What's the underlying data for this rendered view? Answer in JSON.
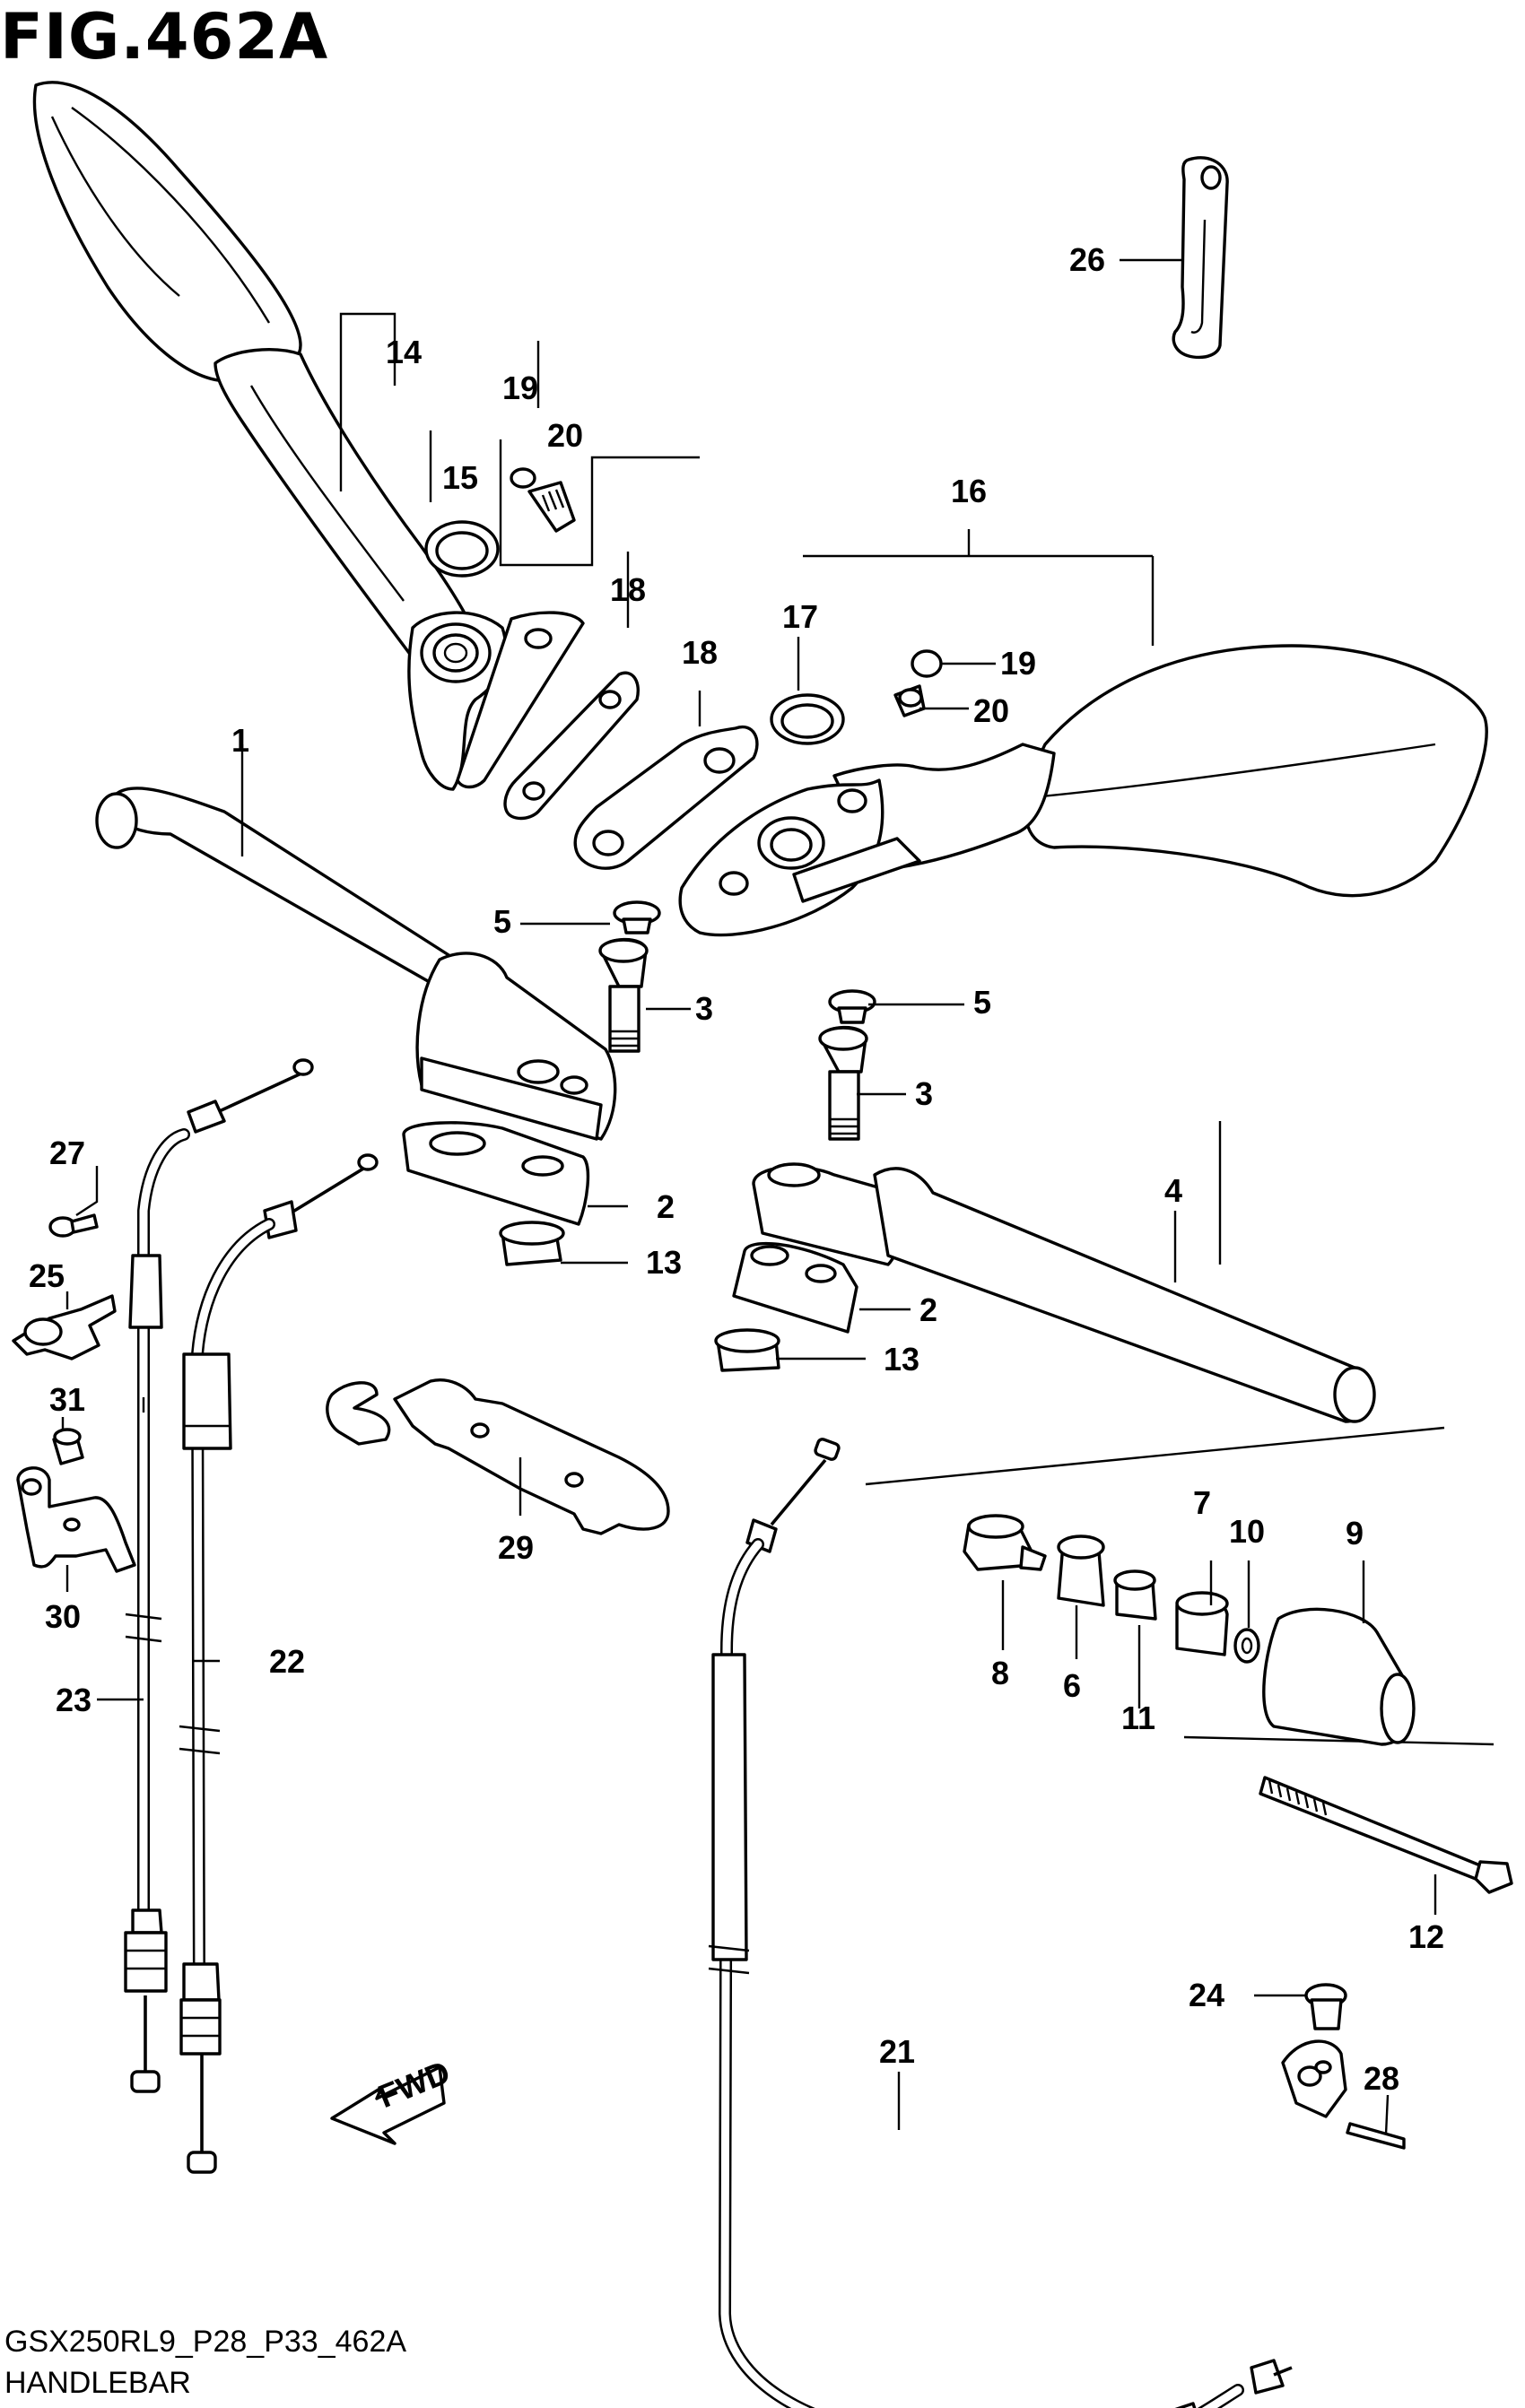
{
  "figure": {
    "title": "FIG.462A",
    "model_code": "GSX250RL9_P28_P33_462A",
    "section_name": "HANDLEBAR",
    "direction_label": "FWD"
  },
  "callouts": {
    "c1": "1",
    "c2a": "2",
    "c2b": "2",
    "c3a": "3",
    "c3b": "3",
    "c4": "4",
    "c5a": "5",
    "c5b": "5",
    "c6": "6",
    "c7": "7",
    "c8": "8",
    "c9": "9",
    "c10": "10",
    "c11": "11",
    "c12": "12",
    "c13a": "13",
    "c13b": "13",
    "c14": "14",
    "c15": "15",
    "c16": "16",
    "c17": "17",
    "c18a": "18",
    "c18b": "18",
    "c19a": "19",
    "c19b": "19",
    "c20a": "20",
    "c20b": "20",
    "c21": "21",
    "c22": "22",
    "c23": "23",
    "c24": "24",
    "c25": "25",
    "c26": "26",
    "c27": "27",
    "c28": "28",
    "c29": "29",
    "c30": "30",
    "c31": "31"
  }
}
